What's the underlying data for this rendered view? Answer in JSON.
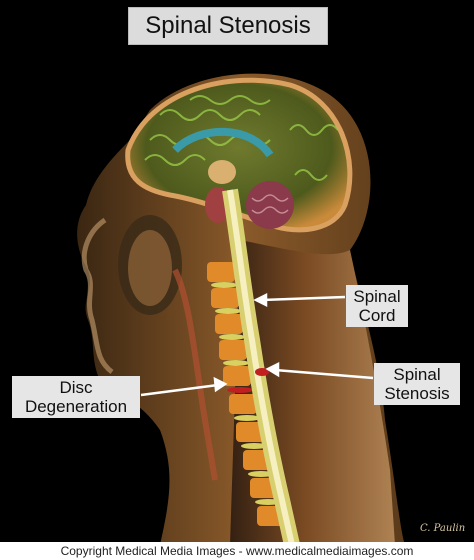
{
  "title": "Spinal Stenosis",
  "labels": {
    "spinal_cord": [
      "Spinal",
      "Cord"
    ],
    "spinal_stenosis": [
      "Spinal",
      "Stenosis"
    ],
    "disc_degeneration": [
      "Disc",
      "Degeneration"
    ]
  },
  "signature": "C. Paulin",
  "footer": "Copyright Medical Media Images - www.medicalmediaimages.com"
}
